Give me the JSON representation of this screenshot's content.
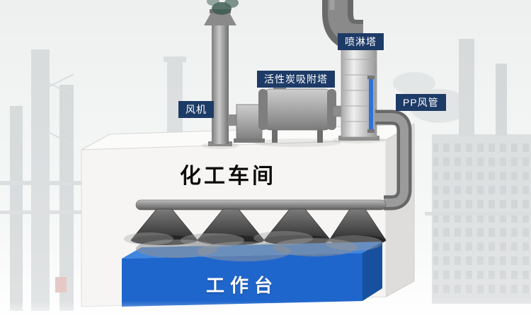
{
  "scene": {
    "labels": {
      "fan": "风机",
      "carbon_tower": "活性炭吸附塔",
      "spray_tower": "喷淋塔",
      "pp_duct": "PP风管"
    },
    "workshop_title": "化工车间",
    "workbench_title": "工作台",
    "colors": {
      "badge_bg": "#1d3b66",
      "badge_text": "#ffffff",
      "workbench_blue": "#1f66cc",
      "building_white": "#f6f5f3",
      "hood_dark": "#3a3a3a",
      "pipe_gray": "#8d8d8d",
      "smoke_green": "#3f5d52"
    }
  }
}
